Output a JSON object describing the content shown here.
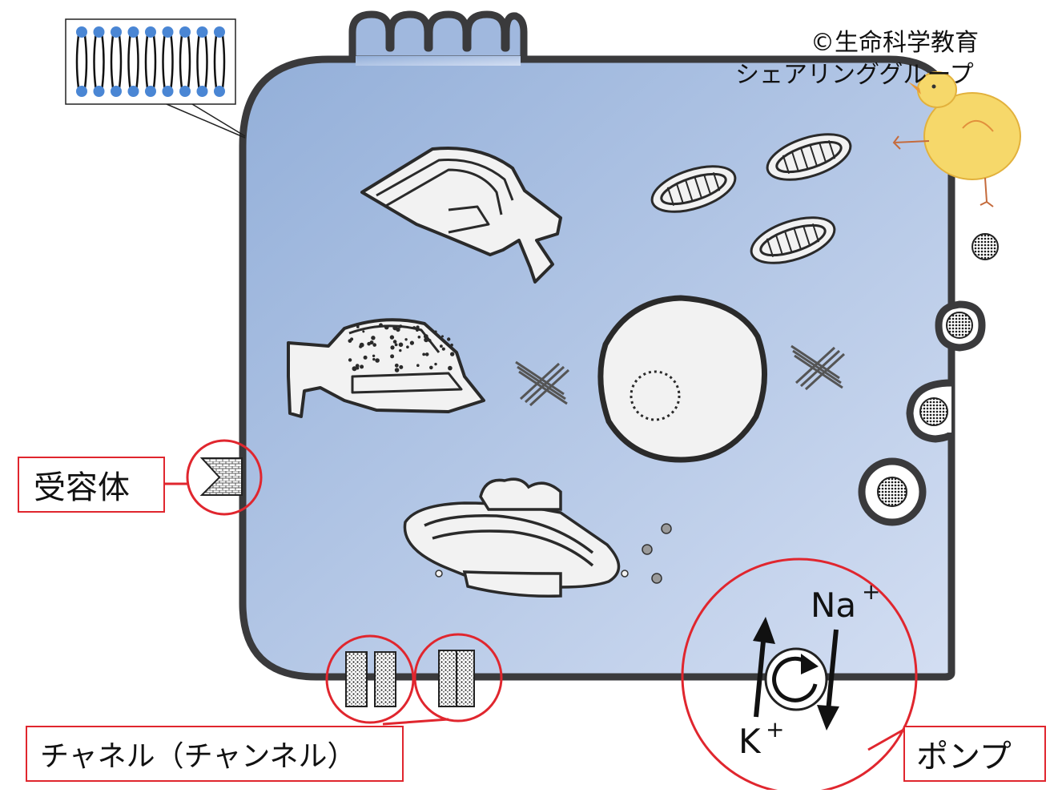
{
  "credit": {
    "line1": "©生命科学教育",
    "line2": "シェアリンググループ"
  },
  "labels": {
    "receptor": "受容体",
    "channel": "チャネル（チャンネル）",
    "pump": "ポンプ",
    "sodium": "Na",
    "potassium": "K",
    "plus": "+"
  },
  "colors": {
    "cytoplasm_light": "#cdd9f0",
    "cytoplasm_dark": "#97b0d9",
    "membrane": "#3a3a3c",
    "highlight": "#e0262e",
    "lipid_head": "#4a86d4",
    "organelle_fill": "#f2f2f2"
  }
}
